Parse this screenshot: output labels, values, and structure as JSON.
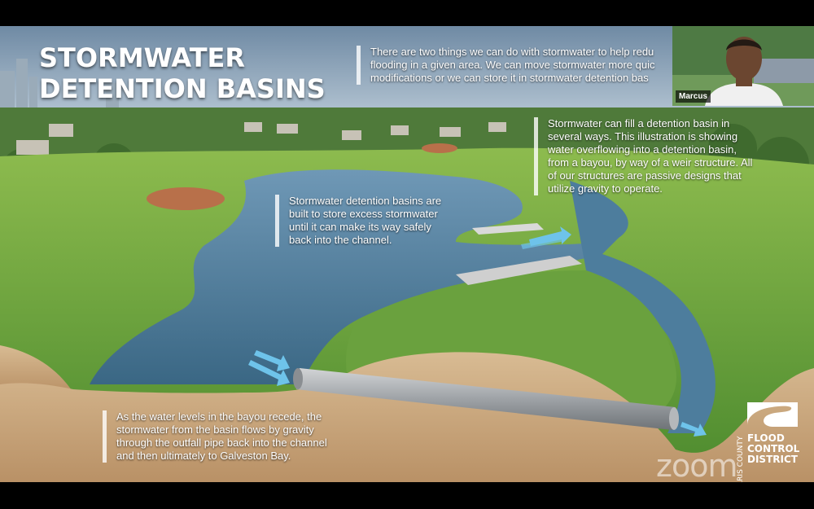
{
  "slide": {
    "title_line1": "STORMWATER",
    "title_line2": "DETENTION BASINS",
    "callout_top": [
      "There are two things we can do with stormwater to help redu",
      "flooding in a given area. We can move stormwater more quic",
      "modifications or we can store it in stormwater detention bas"
    ],
    "callout_right": [
      "Stormwater can fill a detention basin in",
      "several ways. This illustration is showing",
      "water overflowing into a detention basin,",
      "from a bayou, by way of a weir structure. All",
      "of our structures are passive designs that",
      "utilize gravity to operate."
    ],
    "callout_middle": [
      "Stormwater detention basins are",
      "built to store excess stormwater",
      "until it can make its way safely",
      "back into the channel."
    ],
    "callout_bottom": [
      "As the water levels in the bayou recede, the",
      "stormwater from the basin flows by gravity",
      "through the outfall pipe back into the channel",
      "and then ultimately to Galveston Bay."
    ],
    "logo": {
      "vertical_text": "HARRIS COUNTY",
      "line1": "FLOOD",
      "line2": "CONTROL",
      "line3": "DISTRICT"
    }
  },
  "video_tile": {
    "participant_name": "Marcus",
    "icon": "person-video-icon"
  },
  "watermark": {
    "text": "zoom"
  },
  "colors": {
    "sky": "#8fa7bd",
    "grass": "#5f9a3a",
    "water": "#4f7f9f",
    "soil": "#c9a77d",
    "arrow": "#6ec3ea",
    "pipe": "#a9acb0"
  }
}
